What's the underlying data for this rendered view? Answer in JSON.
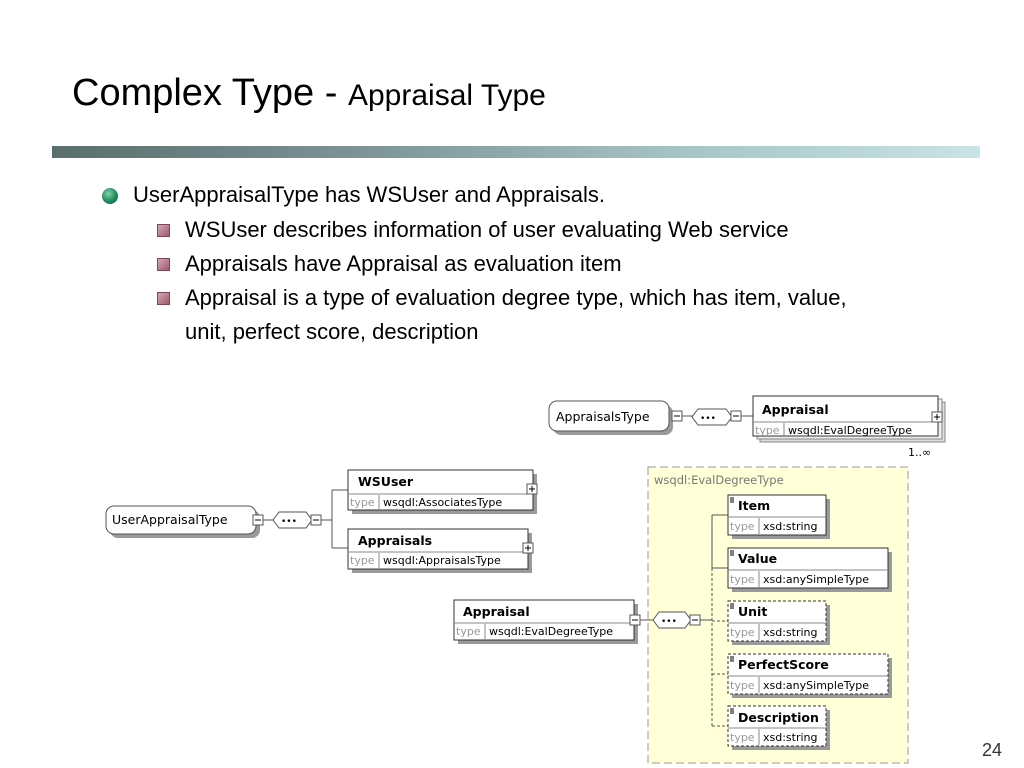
{
  "slide": {
    "title_main": "Complex Type - ",
    "title_sub": "Appraisal Type",
    "page_number": "24"
  },
  "bullets": [
    {
      "text": "UserAppraisalType has WSUser and Appraisals.",
      "level": 1
    },
    {
      "text": "WSUser describes information of user evaluating Web service",
      "level": 2
    },
    {
      "text": "Appraisals have Appraisal as evaluation item",
      "level": 2
    },
    {
      "text": "Appraisal is a type of evaluation degree type, which has item, value,",
      "level": 2
    },
    {
      "text": "unit, perfect score, description",
      "level": 2
    }
  ],
  "diagram": {
    "type_label": "type",
    "sequence_symbol": "•••",
    "appraisals_type": {
      "name": "AppraisalsType",
      "child_name": "Appraisal",
      "child_type": "wsqdl:EvalDegreeType",
      "cardinality": "1..∞"
    },
    "user_appraisal_type": {
      "name": "UserAppraisalType",
      "children": [
        {
          "name": "WSUser",
          "type": "wsqdl:AssociatesType"
        },
        {
          "name": "Appraisals",
          "type": "wsqdl:AppraisalsType"
        }
      ]
    },
    "appraisal": {
      "name": "Appraisal",
      "type": "wsqdl:EvalDegreeType",
      "container_label": "wsqdl:EvalDegreeType",
      "children": [
        {
          "name": "Item",
          "type": "xsd:string",
          "optional": false
        },
        {
          "name": "Value",
          "type": "xsd:anySimpleType",
          "optional": false
        },
        {
          "name": "Unit",
          "type": "xsd:string",
          "optional": true
        },
        {
          "name": "PerfectScore",
          "type": "xsd:anySimpleType",
          "optional": true
        },
        {
          "name": "Description",
          "type": "xsd:string",
          "optional": true
        }
      ]
    }
  }
}
